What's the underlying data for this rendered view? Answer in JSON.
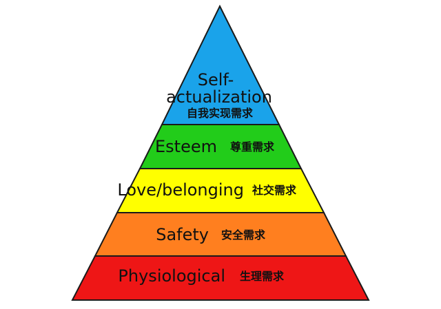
{
  "colors": {
    "outline": "#1a1a1a",
    "self_actualization": "#1aa3ea",
    "esteem": "#22cc1a",
    "love_belonging": "#ffff00",
    "safety": "#ff7f1f",
    "physiological": "#ee1616"
  },
  "tiers": [
    {
      "key": "self_actualization",
      "label_en_line1": "Self-",
      "label_en_line2": "actualization",
      "label_zh": "自我实现需求",
      "color": "#1aa3ea"
    },
    {
      "key": "esteem",
      "label_en": "Esteem",
      "label_zh": "尊重需求",
      "color": "#22cc1a"
    },
    {
      "key": "love_belonging",
      "label_en": "Love/belonging",
      "label_zh": "社交需求",
      "color": "#ffff00"
    },
    {
      "key": "safety",
      "label_en": "Safety",
      "label_zh": "安全需求",
      "color": "#ff7f1f"
    },
    {
      "key": "physiological",
      "label_en": "Physiological",
      "label_zh": "生理需求",
      "color": "#ee1616"
    }
  ]
}
